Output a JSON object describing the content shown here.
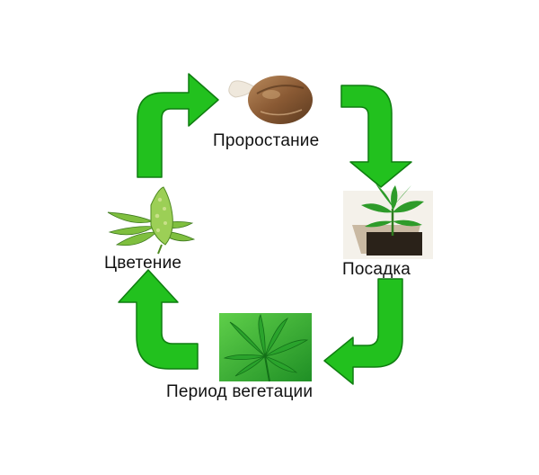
{
  "diagram": {
    "stages": [
      {
        "id": "germination",
        "label": "Проростание",
        "icon": "seed-icon"
      },
      {
        "id": "planting",
        "label": "Посадка",
        "icon": "seedling-icon"
      },
      {
        "id": "vegetation",
        "label": "Период вегетации",
        "icon": "leaf-icon"
      },
      {
        "id": "flowering",
        "label": "Цветение",
        "icon": "bud-icon"
      }
    ],
    "colors": {
      "arrow": "#22c11e",
      "arrow_outline": "#0f7d10",
      "leaf": "#2fa82a",
      "seed": "#8a5a34"
    }
  }
}
